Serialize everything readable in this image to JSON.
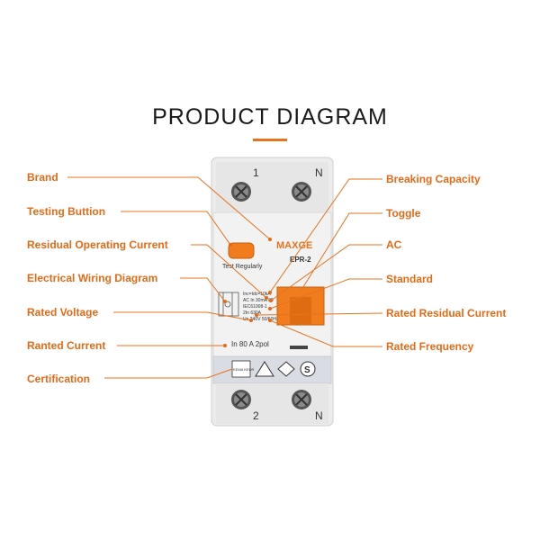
{
  "title": "PRODUCT DIAGRAM",
  "colors": {
    "accent": "#e8731e",
    "label": "#e36a17",
    "device_body": "#ececec",
    "toggle": "#f07c1e"
  },
  "labels_left": [
    "Brand",
    "Testing Buttion",
    "Residual Operating Current",
    "Electrical Wiring Diagram",
    "Rated Voltage",
    "Ranted Current",
    "Certification"
  ],
  "labels_right": [
    "Breaking Capacity",
    "Toggle",
    "AC",
    "Standard",
    "Rated Residual Current",
    "Rated Frequency"
  ],
  "device": {
    "top_terminals": [
      "1",
      "N"
    ],
    "bottom_terminals": [
      "2",
      "N"
    ],
    "brand": "MAXGE",
    "model": "EPR-2",
    "test_button_label": "Test Regularly",
    "spec_lines": [
      "Inc=Idc=10kA",
      "AC  In 30mA 80",
      "IEC61008-1",
      "2In 630A",
      "Un 240V 50/60Hz"
    ],
    "rating": "In 80 A  2pol",
    "cert_marks": [
      "KEMA KEUR",
      "△",
      "◈",
      "S"
    ]
  }
}
